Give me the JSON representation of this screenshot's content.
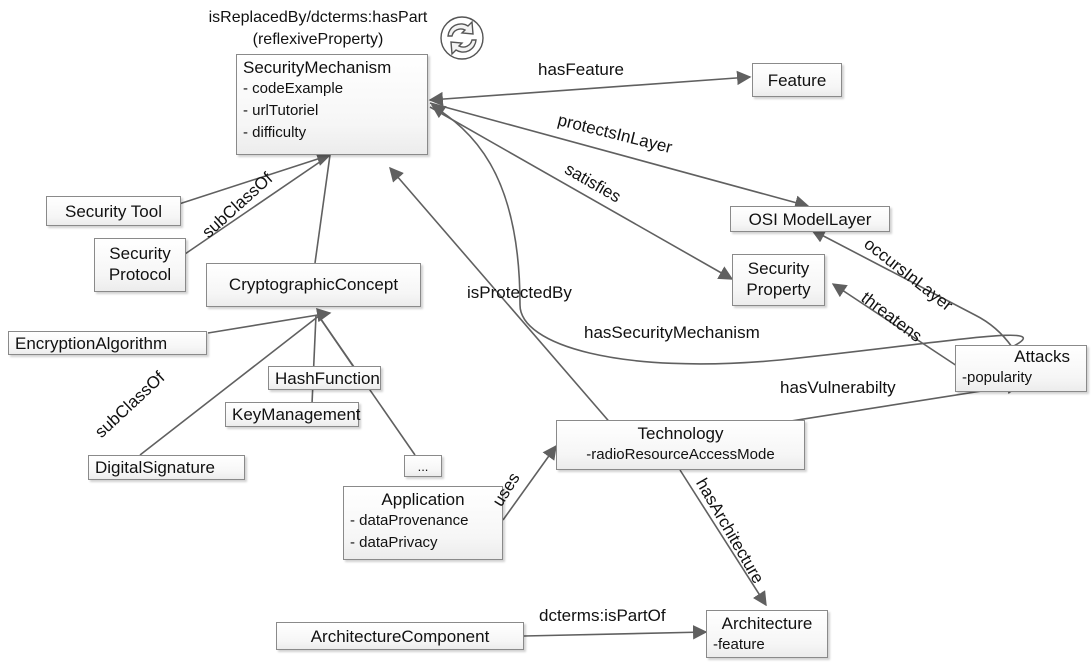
{
  "title_line1": "isReplacedBy/dcterms:hasPart",
  "title_line2": "(reflexiveProperty)",
  "nodes": {
    "security_mechanism": {
      "name": "SecurityMechanism",
      "attrs": [
        "- codeExample",
        "- urlTutoriel",
        "- difficulty"
      ]
    },
    "feature": {
      "name": "Feature"
    },
    "osi_model_layer": {
      "name": "OSI ModelLayer"
    },
    "security_property": {
      "line1": "Security",
      "line2": "Property"
    },
    "security_tool": {
      "name": "Security Tool"
    },
    "security_protocol": {
      "line1": "Security",
      "line2": "Protocol"
    },
    "cryptographic_concept": {
      "name": "CryptographicConcept"
    },
    "encryption_algorithm": {
      "name": "EncryptionAlgorithm"
    },
    "hash_function": {
      "name": "HashFunction"
    },
    "key_management": {
      "name": "KeyManagement"
    },
    "digital_signature": {
      "name": "DigitalSignature"
    },
    "ellipsis": {
      "name": "..."
    },
    "attacks": {
      "name": "Attacks",
      "attrs": [
        "-popularity"
      ]
    },
    "technology": {
      "name": "Technology",
      "attrs": [
        "-radioResourceAccessMode"
      ]
    },
    "application": {
      "name": "Application",
      "attrs": [
        "- dataProvenance",
        "- dataPrivacy"
      ]
    },
    "architecture_component": {
      "name": "ArchitectureComponent"
    },
    "architecture": {
      "name": "Architecture",
      "attrs": [
        "-feature"
      ]
    }
  },
  "edges": {
    "has_feature": "hasFeature",
    "protects_in_layer": "protectsInLayer",
    "satisfies": "satisfies",
    "sub_class_of_1": "subClassOf",
    "sub_class_of_2": "subClassOf",
    "is_protected_by": "isProtectedBy",
    "has_security_mechanism": "hasSecurityMechanism",
    "occurs_in_layer": "occursInLayer",
    "threatens": "threatens",
    "has_vulnerability": "hasVulnerabilty",
    "uses": "uses",
    "has_architecture": "hasArchitecture",
    "dcterms_is_part_of": "dcterms:isPartOf"
  },
  "colors": {
    "line": "#606060",
    "border": "#8a8a8a"
  }
}
